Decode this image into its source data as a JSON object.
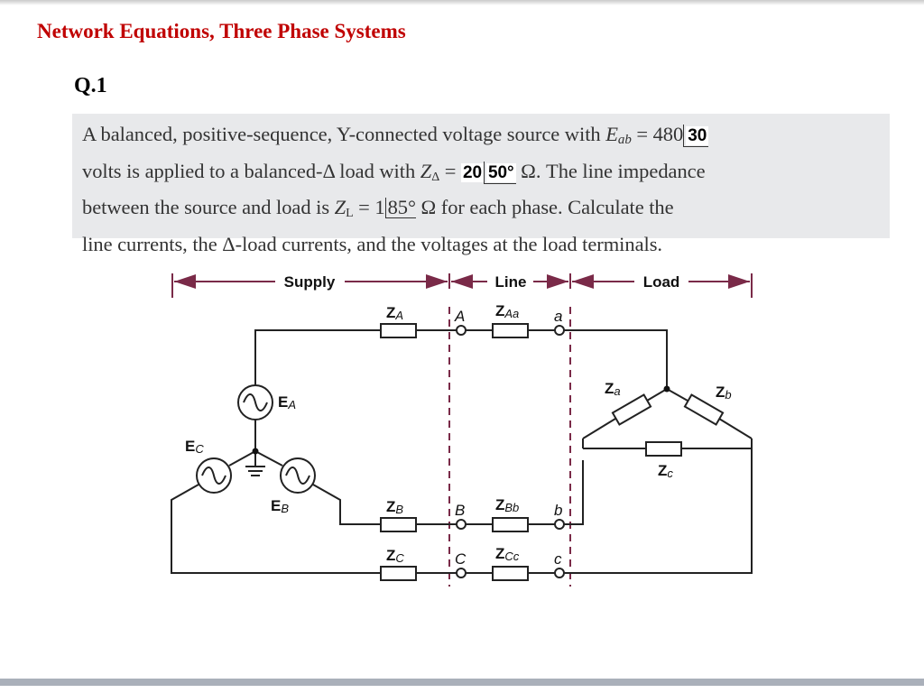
{
  "header": {
    "title": "Network Equations, Three Phase Systems",
    "question_number": "Q.1"
  },
  "question": {
    "line1_pre": "A balanced, positive-sequence, Y-connected voltage source with ",
    "Eab_symbol": "E",
    "Eab_sub": "ab",
    "line1_eq": " = 480",
    "Eab_angle": "30",
    "line2_pre": "volts is applied to a balanced-Δ load with ",
    "Zdelta_symbol": "Z",
    "Zdelta_sub": "Δ",
    "line2_eq": " = ",
    "Zdelta_mag": "20",
    "Zdelta_angle": "50°",
    "line2_post": " Ω. The line impedance",
    "line3_pre": "between the source and load is ",
    "ZL_symbol": "Z",
    "ZL_sub": "L",
    "line3_eq": " = 1",
    "ZL_angle": "85°",
    "line3_post": " Ω for each phase. Calculate the",
    "line4": "line currents, the Δ-load currents, and the voltages at the load terminals."
  },
  "diagram": {
    "sections": {
      "supply": "Supply",
      "line": "Line",
      "load": "Load"
    },
    "source_labels": {
      "EA": "E",
      "EA_sub": "A",
      "EB": "E",
      "EB_sub": "B",
      "EC": "E",
      "EC_sub": "C"
    },
    "source_impedances": {
      "ZA": "Z",
      "ZA_sub": "A",
      "ZB": "Z",
      "ZB_sub": "B",
      "ZC": "Z",
      "ZC_sub": "C"
    },
    "terminals_source": [
      "A",
      "B",
      "C"
    ],
    "terminals_load": [
      "a",
      "b",
      "c"
    ],
    "line_impedances": {
      "ZAa": "Z",
      "ZAa_sub": "Aa",
      "ZBb": "Z",
      "ZBb_sub": "Bb",
      "ZCc": "Z",
      "ZCc_sub": "Cc"
    },
    "load_impedances": {
      "Za": "Z",
      "Za_sub": "a",
      "Zb": "Z",
      "Zb_sub": "b",
      "Zc": "Z",
      "Zc_sub": "c"
    },
    "colors": {
      "dimension": "#7a2a48",
      "wire": "#222222"
    }
  }
}
